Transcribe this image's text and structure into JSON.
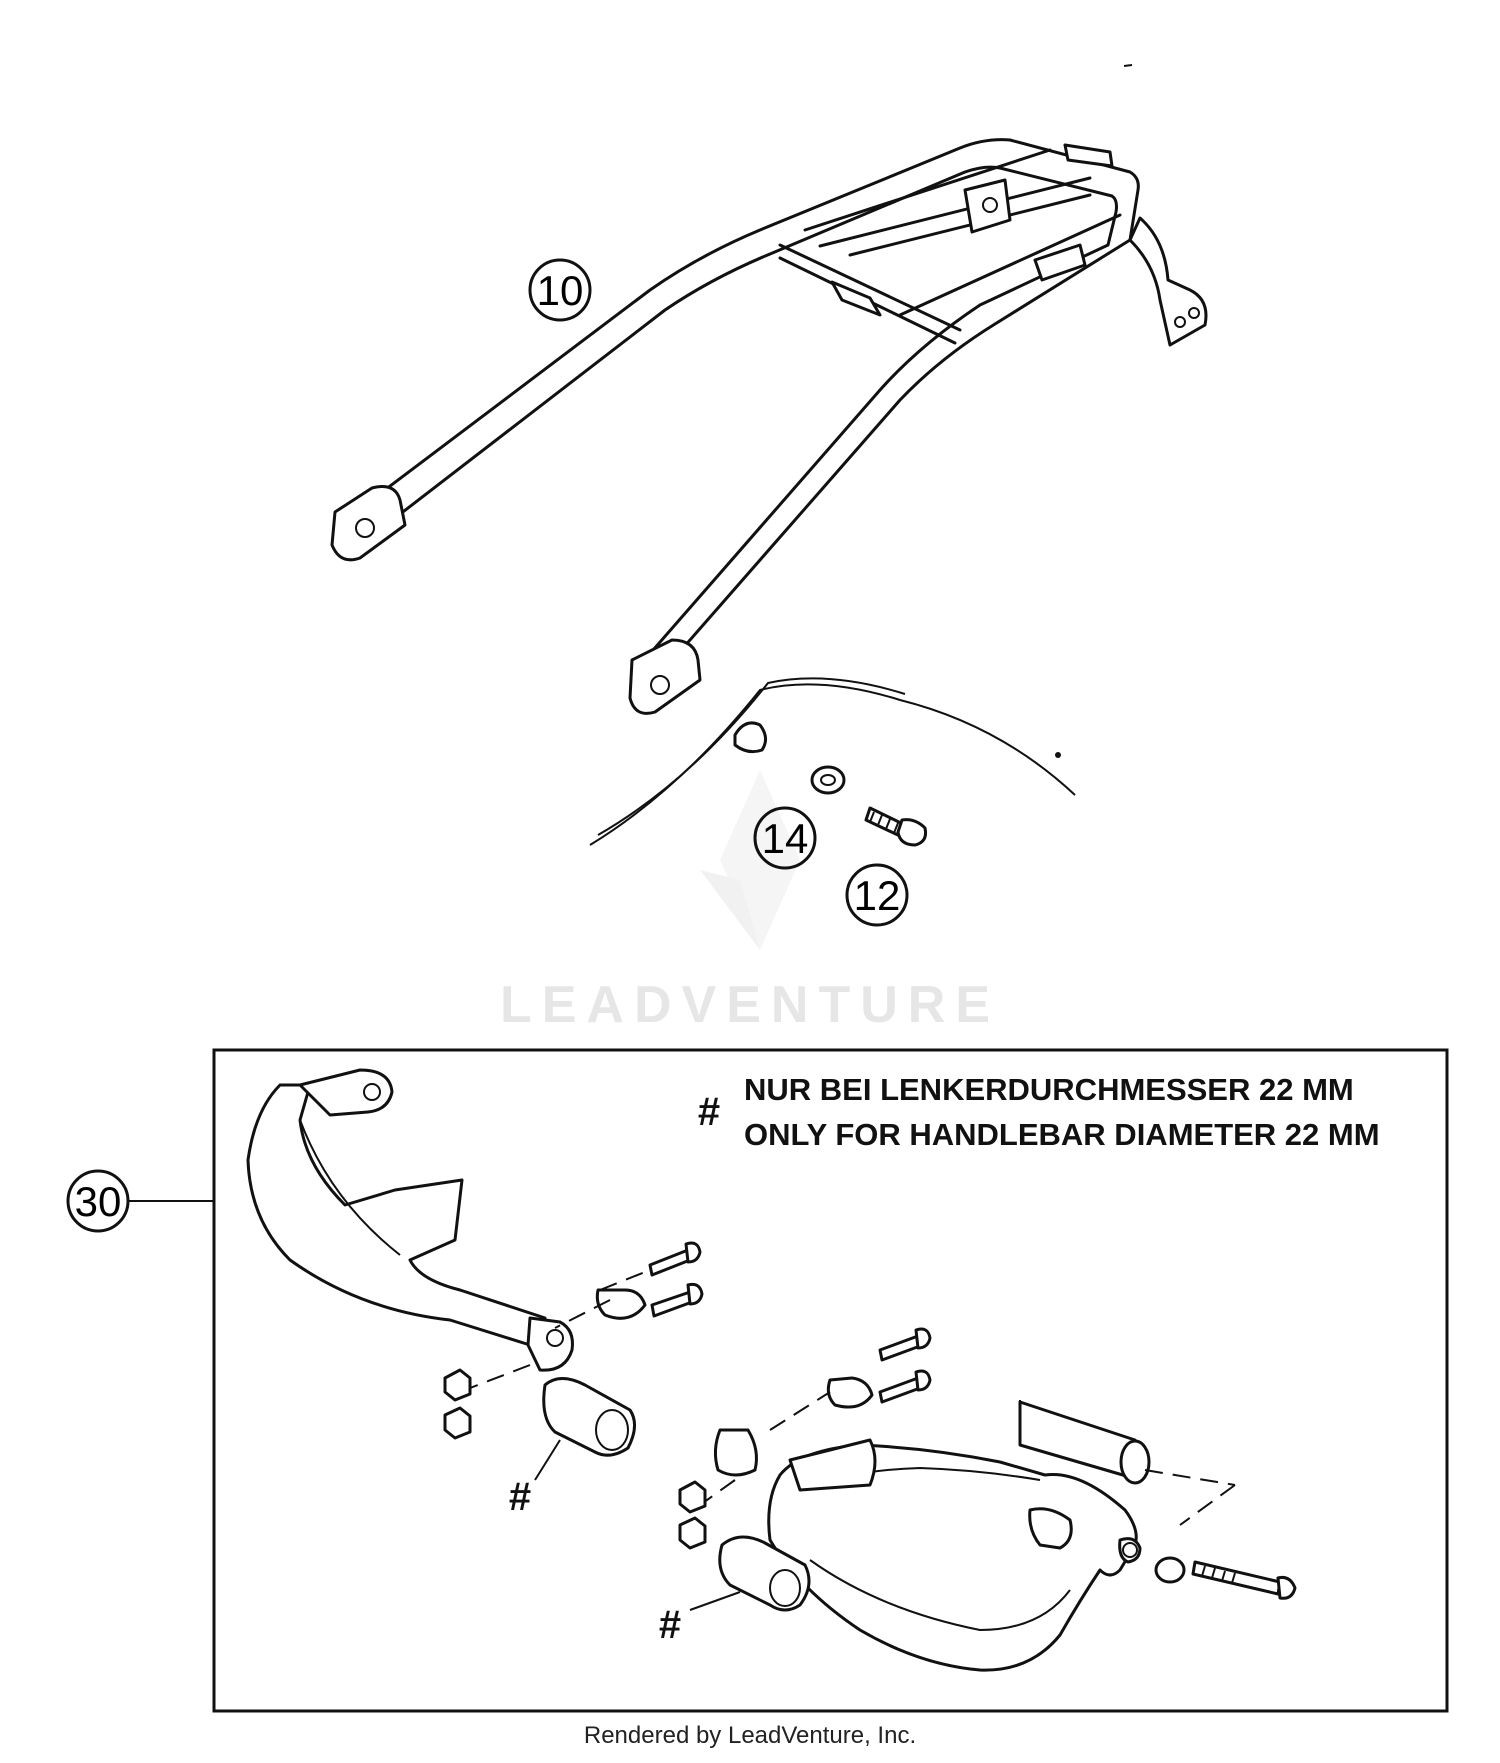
{
  "callouts": {
    "c10": "10",
    "c14": "14",
    "c12": "12",
    "c30": "30"
  },
  "note": {
    "hash": "#",
    "line1": "NUR BEI LENKERDURCHMESSER 22 MM",
    "line2": "ONLY FOR HANDLEBAR DIAMETER 22 MM"
  },
  "hash_labels": [
    "#",
    "#"
  ],
  "watermark": "LEADVENTURE",
  "footer": "Rendered by LeadVenture, Inc."
}
